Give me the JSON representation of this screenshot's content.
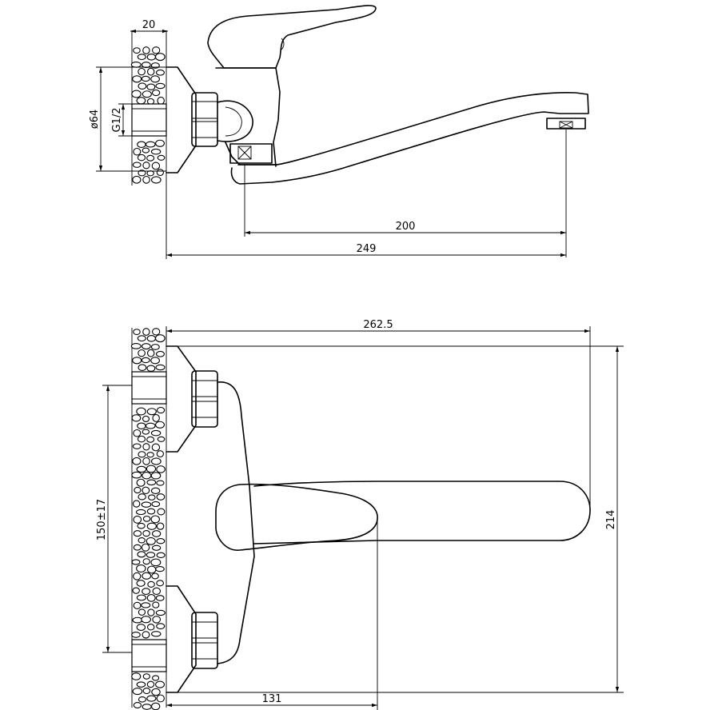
{
  "dimensions": {
    "wall_thickness": "20",
    "flange_diameter": "ø64",
    "thread": "G1/2",
    "spout_reach": "200",
    "total_depth": "249",
    "total_width": "262.5",
    "total_height": "214",
    "center_distance": "150±17",
    "handle_offset": "131"
  }
}
